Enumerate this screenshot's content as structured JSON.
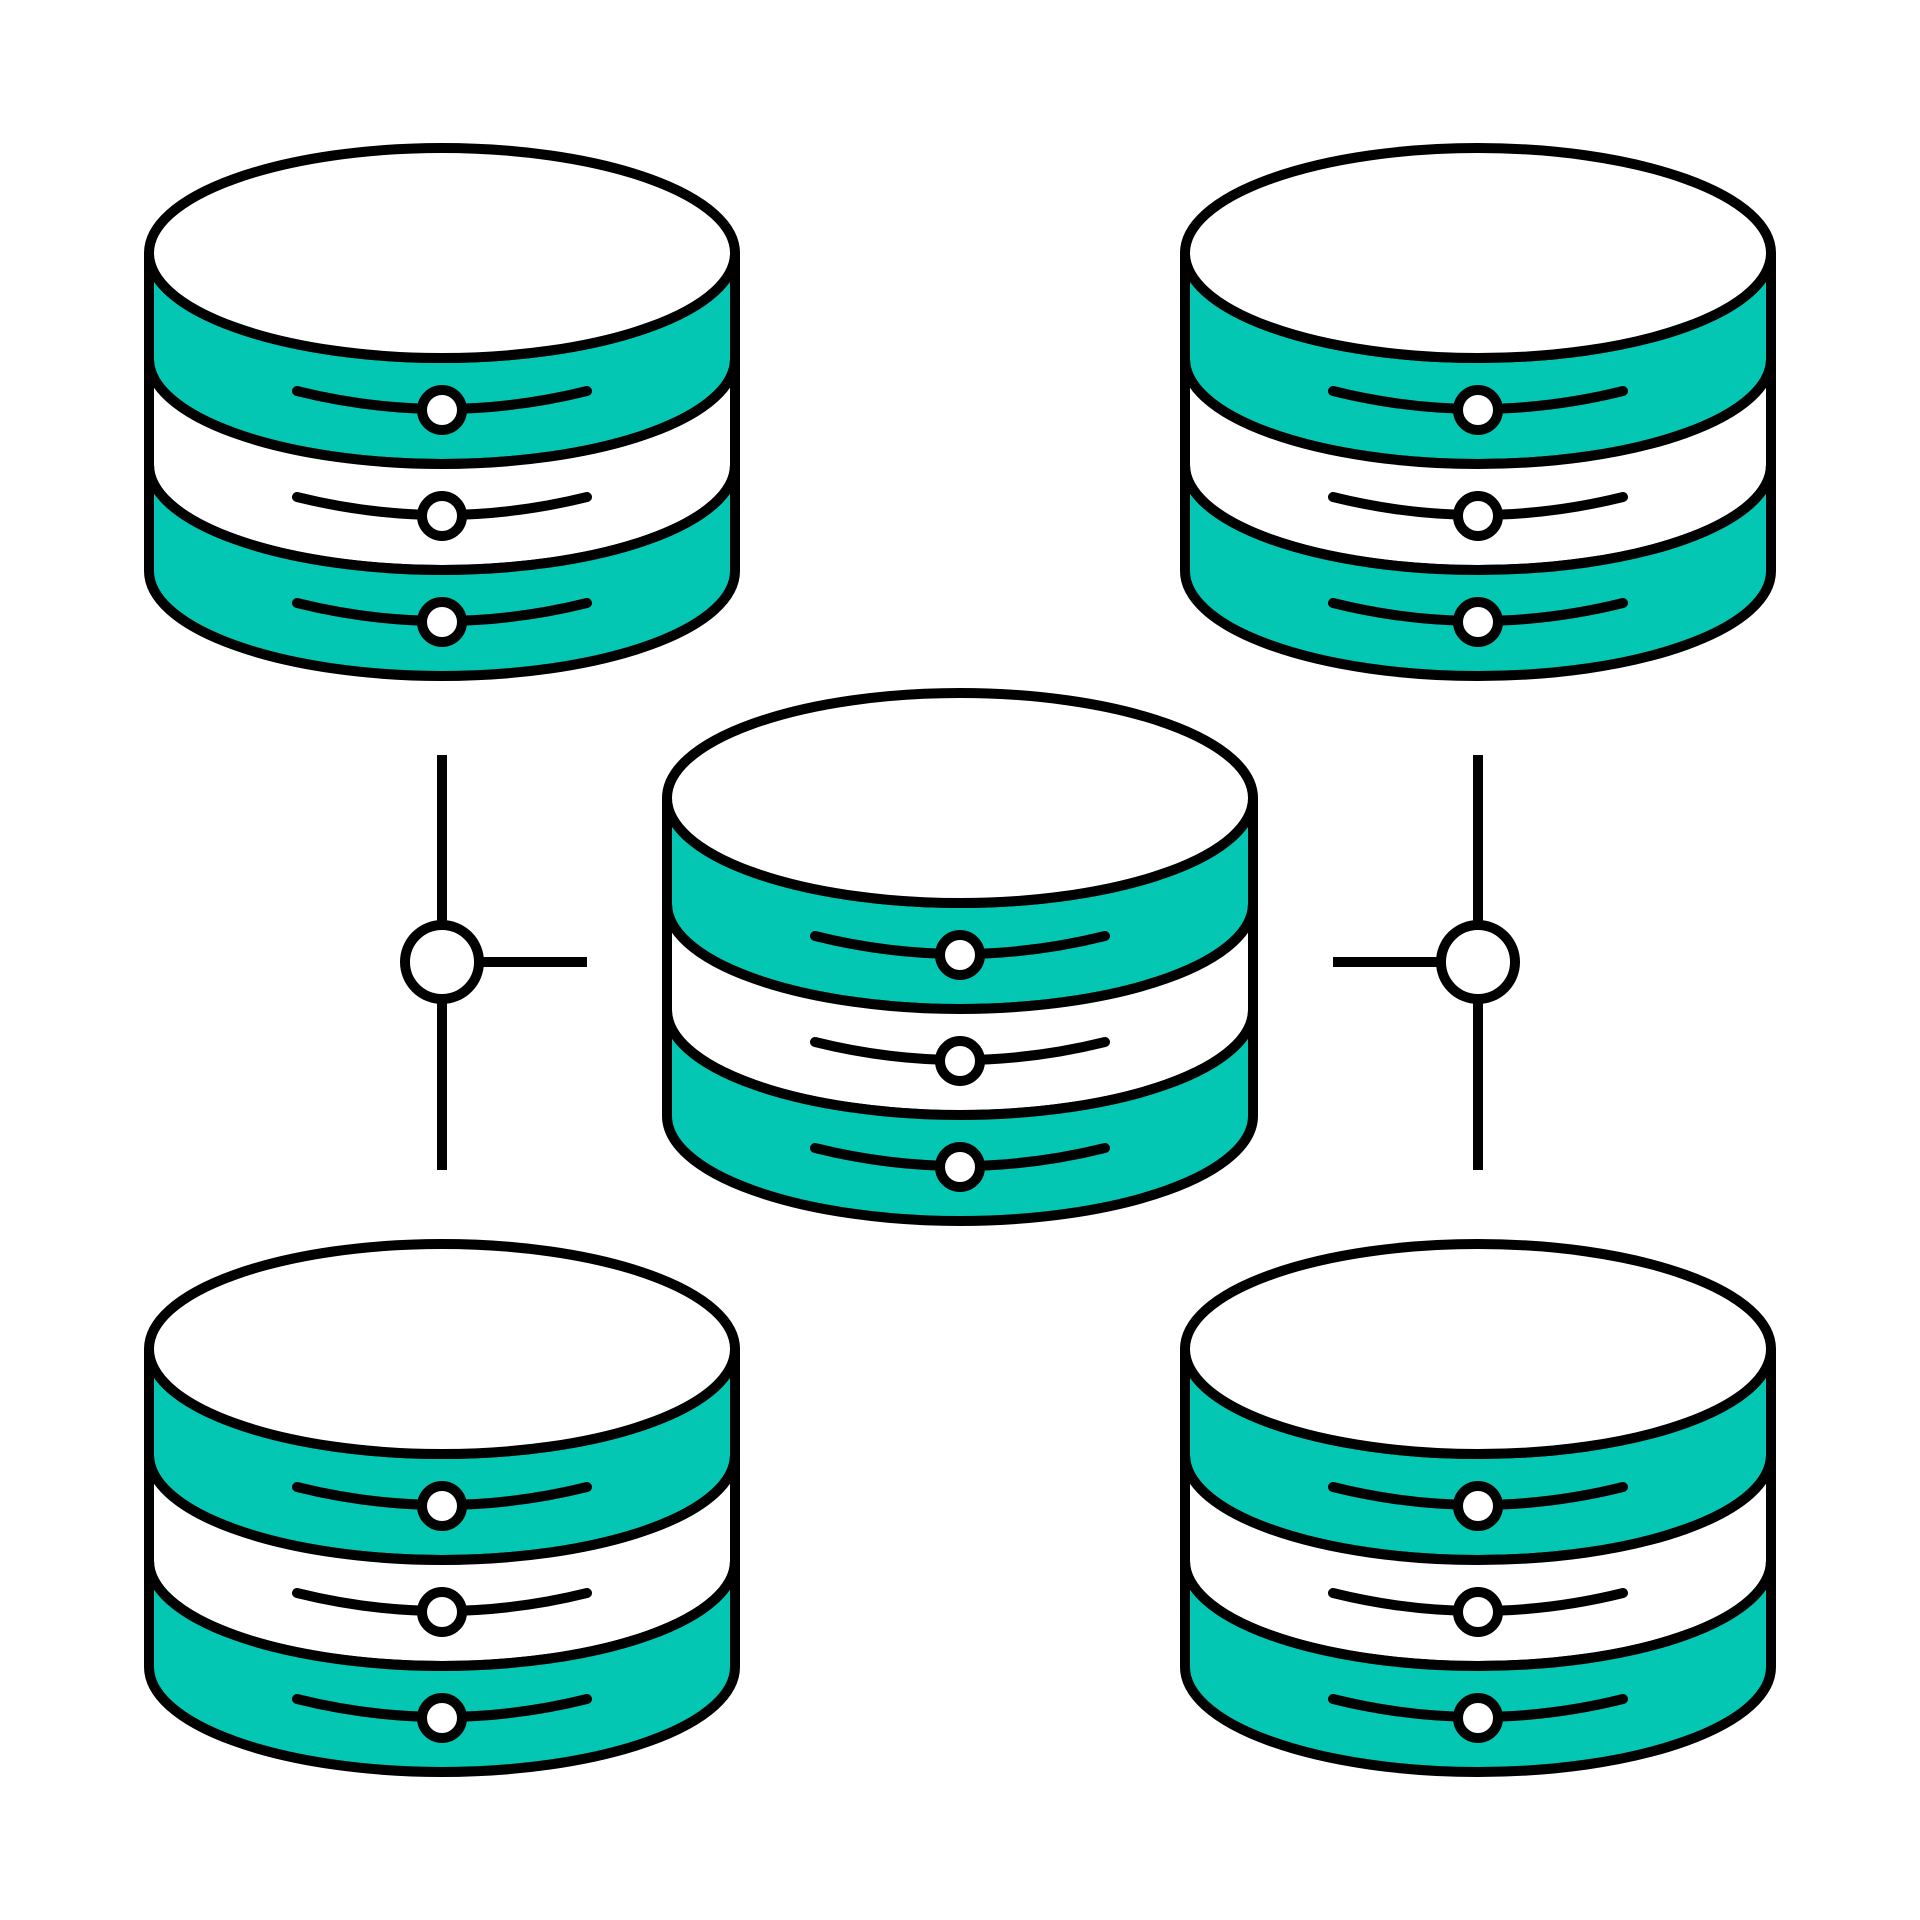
{
  "illustration": {
    "icon": "distributed-database-network-icon",
    "databases": [
      {
        "name": "database-top-left",
        "layers": 3
      },
      {
        "name": "database-top-right",
        "layers": 3
      },
      {
        "name": "database-center",
        "layers": 3
      },
      {
        "name": "database-bottom-left",
        "layers": 3
      },
      {
        "name": "database-bottom-right",
        "layers": 3
      }
    ],
    "connectors": [
      {
        "name": "connector-left",
        "direction": "right"
      },
      {
        "name": "connector-right",
        "direction": "left"
      }
    ],
    "colors": {
      "accent": "#03C6B3",
      "stroke": "#000000",
      "background": "#FFFFFF",
      "fill_light": "#FFFFFF"
    }
  }
}
